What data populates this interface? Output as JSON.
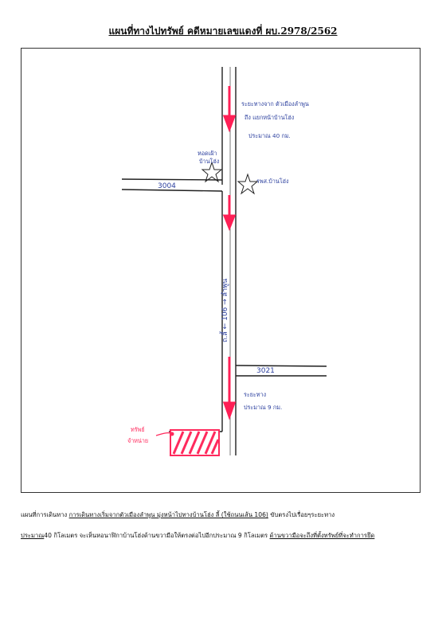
{
  "header": {
    "title": "แผนที่ทางไปทรัพย์ คดีหมายเลขแดงที่ ผบ.2978/2562"
  },
  "map": {
    "road_3004_label": "3004",
    "road_3021_label": "3021",
    "road_106_label": "ถ.ลี้  ←  106  →  ลำพูน",
    "note_top_line1": "ระยะทางจาก ตัวเมืองลำพูน",
    "note_top_line2": "ถึง แยกหน้าบ้านโฮ่ง",
    "note_top_line3": "ประมาณ 40 กม.",
    "landmark_left_line1": "หอดเฝ้า",
    "landmark_left_line2": "บ้านโฮ่ง",
    "landmark_right": "รพส.บ้านโฮ่ง",
    "note_bottom_line1": "ระยะทาง",
    "note_bottom_line2": "ประมาณ 9 กม.",
    "property_line1": "ทรัพย์",
    "property_line2": "จำหน่าย",
    "colors": {
      "road": "#1f1f1f",
      "arrow": "#ff1f55",
      "annotation": "#2b3f9e",
      "property": "#ff2a5d"
    }
  },
  "description": {
    "line1_a": "แผนที่การเดินทาง ",
    "line1_b": "การเดินทางเริ่มจากตัวเมืองลำพูน มุ่งหน้าไปทางบ้านโฮ่ง ลี้ (ใช้ถนนเส้น 106)",
    "line1_c": " ขับตรงไปเรื่อยๆระยะทาง",
    "line2_a": "ประมาณ",
    "line2_b": "40 กิโลเมตร จะเห็นหอนาฬิกาบ้านโฮ่งด้านขวามือให้ตรงต่อไปอีกประมาณ 9 กิโลเมตร ",
    "line2_c": "ด้านขวามือจะถึงที่ตั้งทรัพย์ที่จะทำการยึด"
  }
}
